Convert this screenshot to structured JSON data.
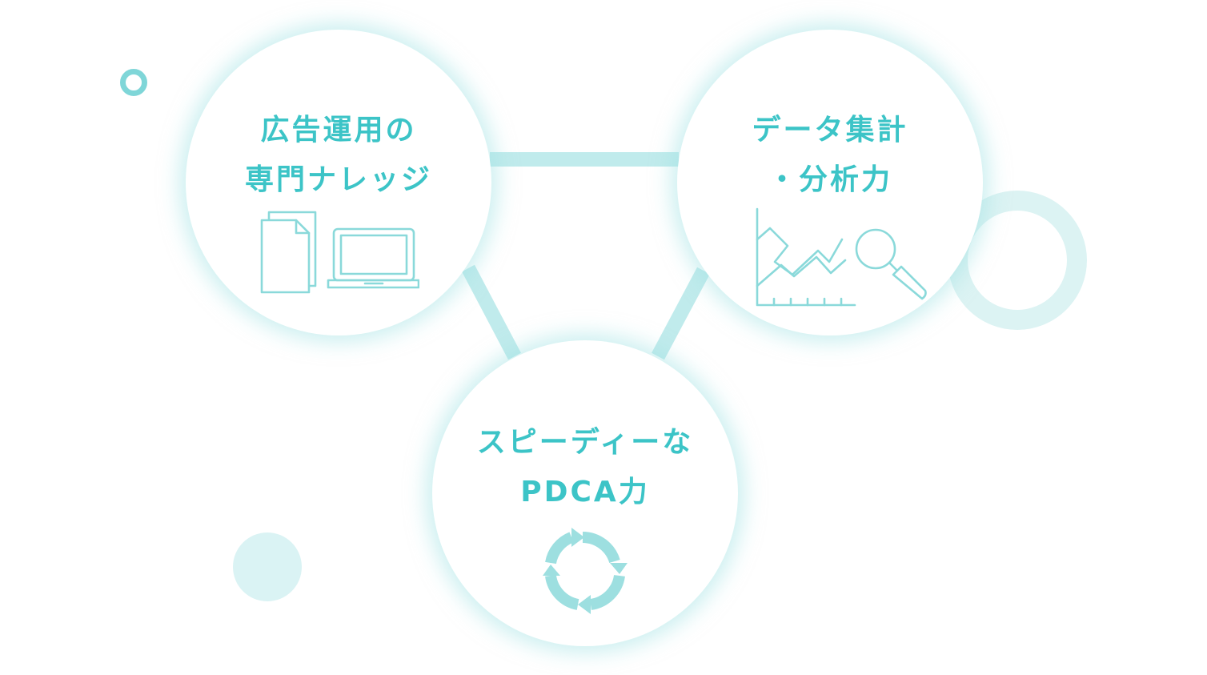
{
  "colors": {
    "accent": "#3cc4c7",
    "icon_stroke": "#8ad9da",
    "connector": "#c0ebec",
    "ring_small": "#7fd6d8",
    "ring_large": "#dcf3f3",
    "dot": "#daf3f4"
  },
  "nodes": {
    "ad": {
      "title_line1": "広告運用の",
      "title_line2": "専門ナレッジ",
      "icons": [
        "document-icon",
        "laptop-icon"
      ]
    },
    "data": {
      "title_line1": "データ集計",
      "title_line2": "・分析力",
      "icons": [
        "line-chart-icon",
        "magnifier-icon"
      ]
    },
    "pdca": {
      "title_line1": "スピーディーな",
      "title_line2": "PDCA力",
      "icons": [
        "cycle-arrows-icon"
      ]
    }
  }
}
